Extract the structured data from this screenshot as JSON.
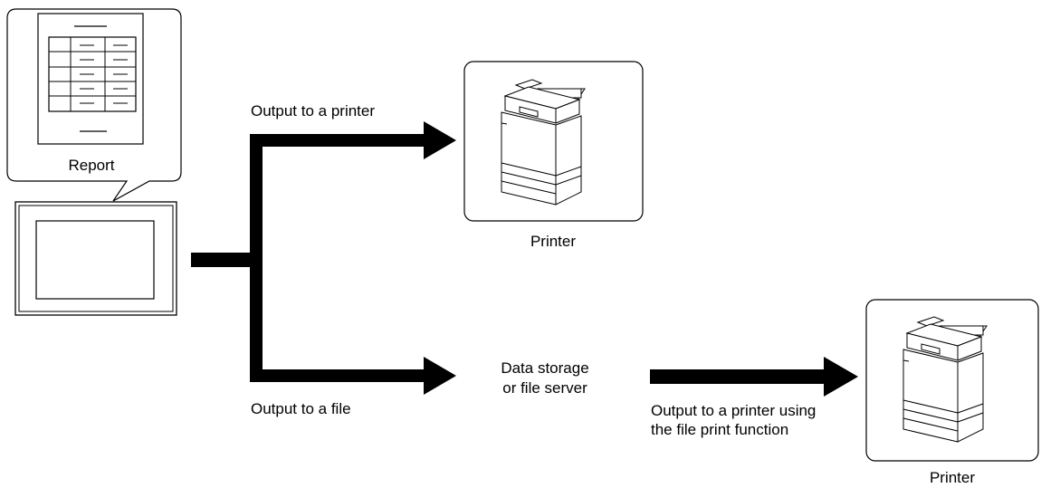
{
  "report": {
    "label": "Report"
  },
  "printer_top": {
    "label": "Printer"
  },
  "printer_bottom": {
    "label": "Printer"
  },
  "storage": {
    "line1": "Data storage",
    "line2": "or file server"
  },
  "arrows": {
    "to_printer": "Output to a printer",
    "to_file": "Output to a file",
    "file_print_line1": "Output to a printer using",
    "file_print_line2": "the file print function"
  },
  "colors": {
    "stroke": "#000000",
    "background": "#ffffff"
  }
}
